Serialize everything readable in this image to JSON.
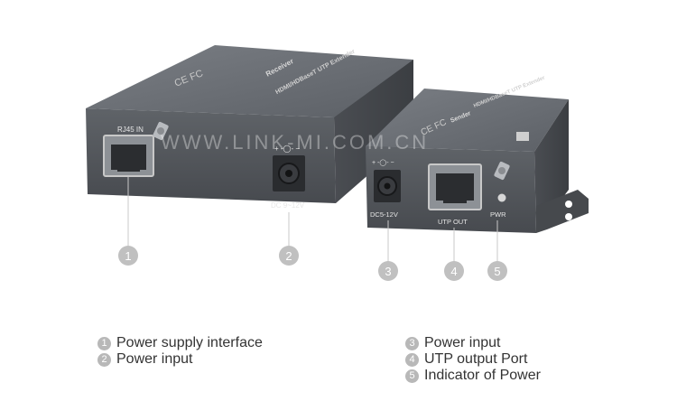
{
  "devices": {
    "receiver": {
      "top_brand": "Receiver",
      "top_title": "HDMI/HDBaseT UTP Extender",
      "port_label": "RJ45 IN",
      "power_label": "DC 9~12V"
    },
    "sender": {
      "top_brand": "Sender",
      "top_title": "HDMI/HDBaseT UTP Extender",
      "port_label": "UTP OUT",
      "power_label": "DC5-12V",
      "led_label": "PWR"
    },
    "watermark": "WWW.LINK-MI.COM.CN",
    "polarity_symbol": "+ -◯- −"
  },
  "markers": [
    "1",
    "2",
    "3",
    "4",
    "5"
  ],
  "legend": {
    "left": [
      {
        "num": "1",
        "text": "Power supply interface"
      },
      {
        "num": "2",
        "text": "Power input"
      }
    ],
    "right": [
      {
        "num": "3",
        "text": "Power input"
      },
      {
        "num": "4",
        "text": "UTP output Port"
      },
      {
        "num": "5",
        "text": "Indicator of Power"
      }
    ]
  },
  "colors": {
    "device_face": "#53575c",
    "device_top": "#686c72",
    "marker": "#c0c0c0"
  }
}
